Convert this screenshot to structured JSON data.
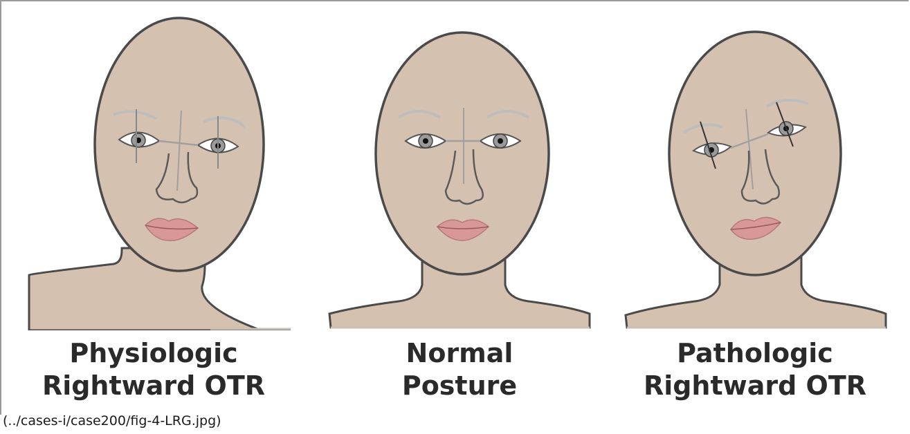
{
  "figure": {
    "panels": [
      {
        "line1": "Physiologic",
        "line2": "Rightward OTR"
      },
      {
        "line1": "Normal",
        "line2": "Posture"
      },
      {
        "line1": "Pathologic",
        "line2": "Rightward OTR"
      }
    ],
    "caption": "(../cases-i/case200/fig-4-LRG.jpg)",
    "colors": {
      "skin": "#d5c1b0",
      "outline": "#4a4a4a",
      "lips": "#d99898",
      "brow": "#bdbdbd"
    }
  }
}
